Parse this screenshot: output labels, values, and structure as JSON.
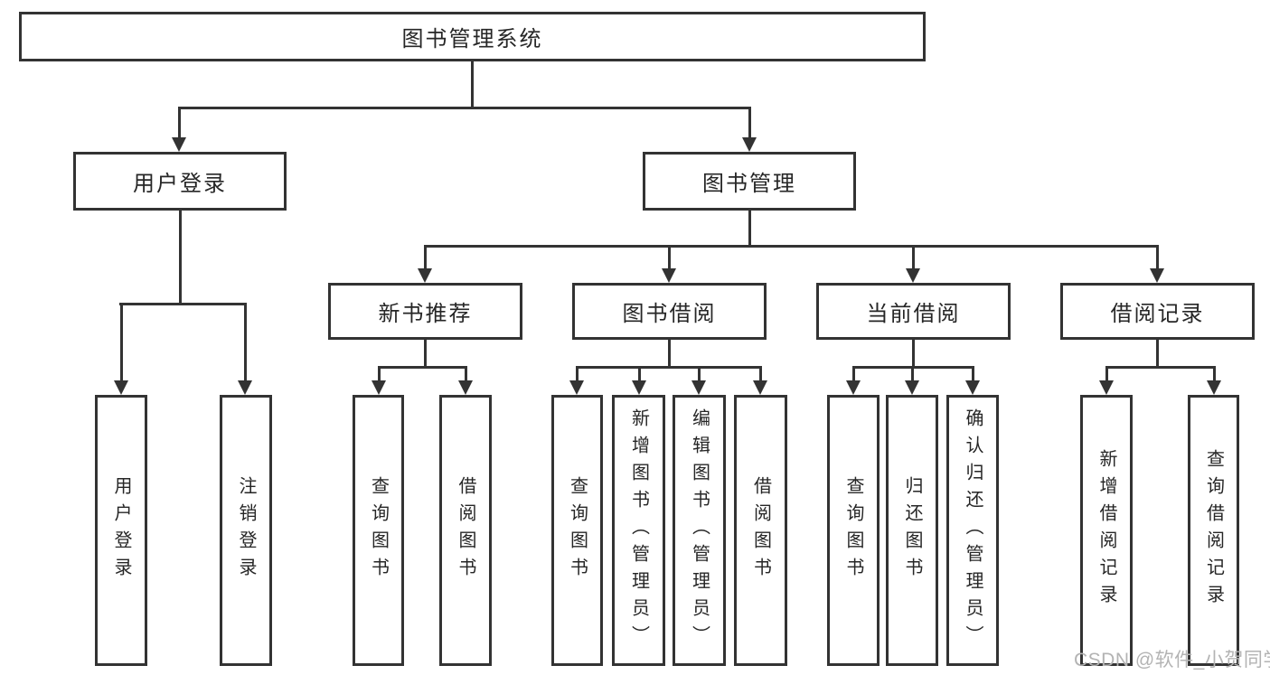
{
  "diagram": {
    "tree": {
      "label": "图书管理系统",
      "children": [
        {
          "label": "用户登录",
          "children": [
            {
              "label": "用户登录"
            },
            {
              "label": "注销登录"
            }
          ]
        },
        {
          "label": "图书管理",
          "children": [
            {
              "label": "新书推荐",
              "children": [
                {
                  "label": "查询图书"
                },
                {
                  "label": "借阅图书"
                }
              ]
            },
            {
              "label": "图书借阅",
              "children": [
                {
                  "label": "查询图书"
                },
                {
                  "label": "新增图书（管理员）"
                },
                {
                  "label": "编辑图书（管理员）"
                },
                {
                  "label": "借阅图书"
                }
              ]
            },
            {
              "label": "当前借阅",
              "children": [
                {
                  "label": "查询图书"
                },
                {
                  "label": "归还图书"
                },
                {
                  "label": "确认归还（管理员）"
                }
              ]
            },
            {
              "label": "借阅记录",
              "children": [
                {
                  "label": "新增借阅记录"
                },
                {
                  "label": "查询借阅记录"
                }
              ]
            }
          ]
        }
      ]
    },
    "watermark": "CSDN @软件_小贺同学",
    "colors": {
      "line": "#333333",
      "text": "#262626",
      "watermark": "#b3b3b3",
      "background": "#ffffff"
    }
  }
}
